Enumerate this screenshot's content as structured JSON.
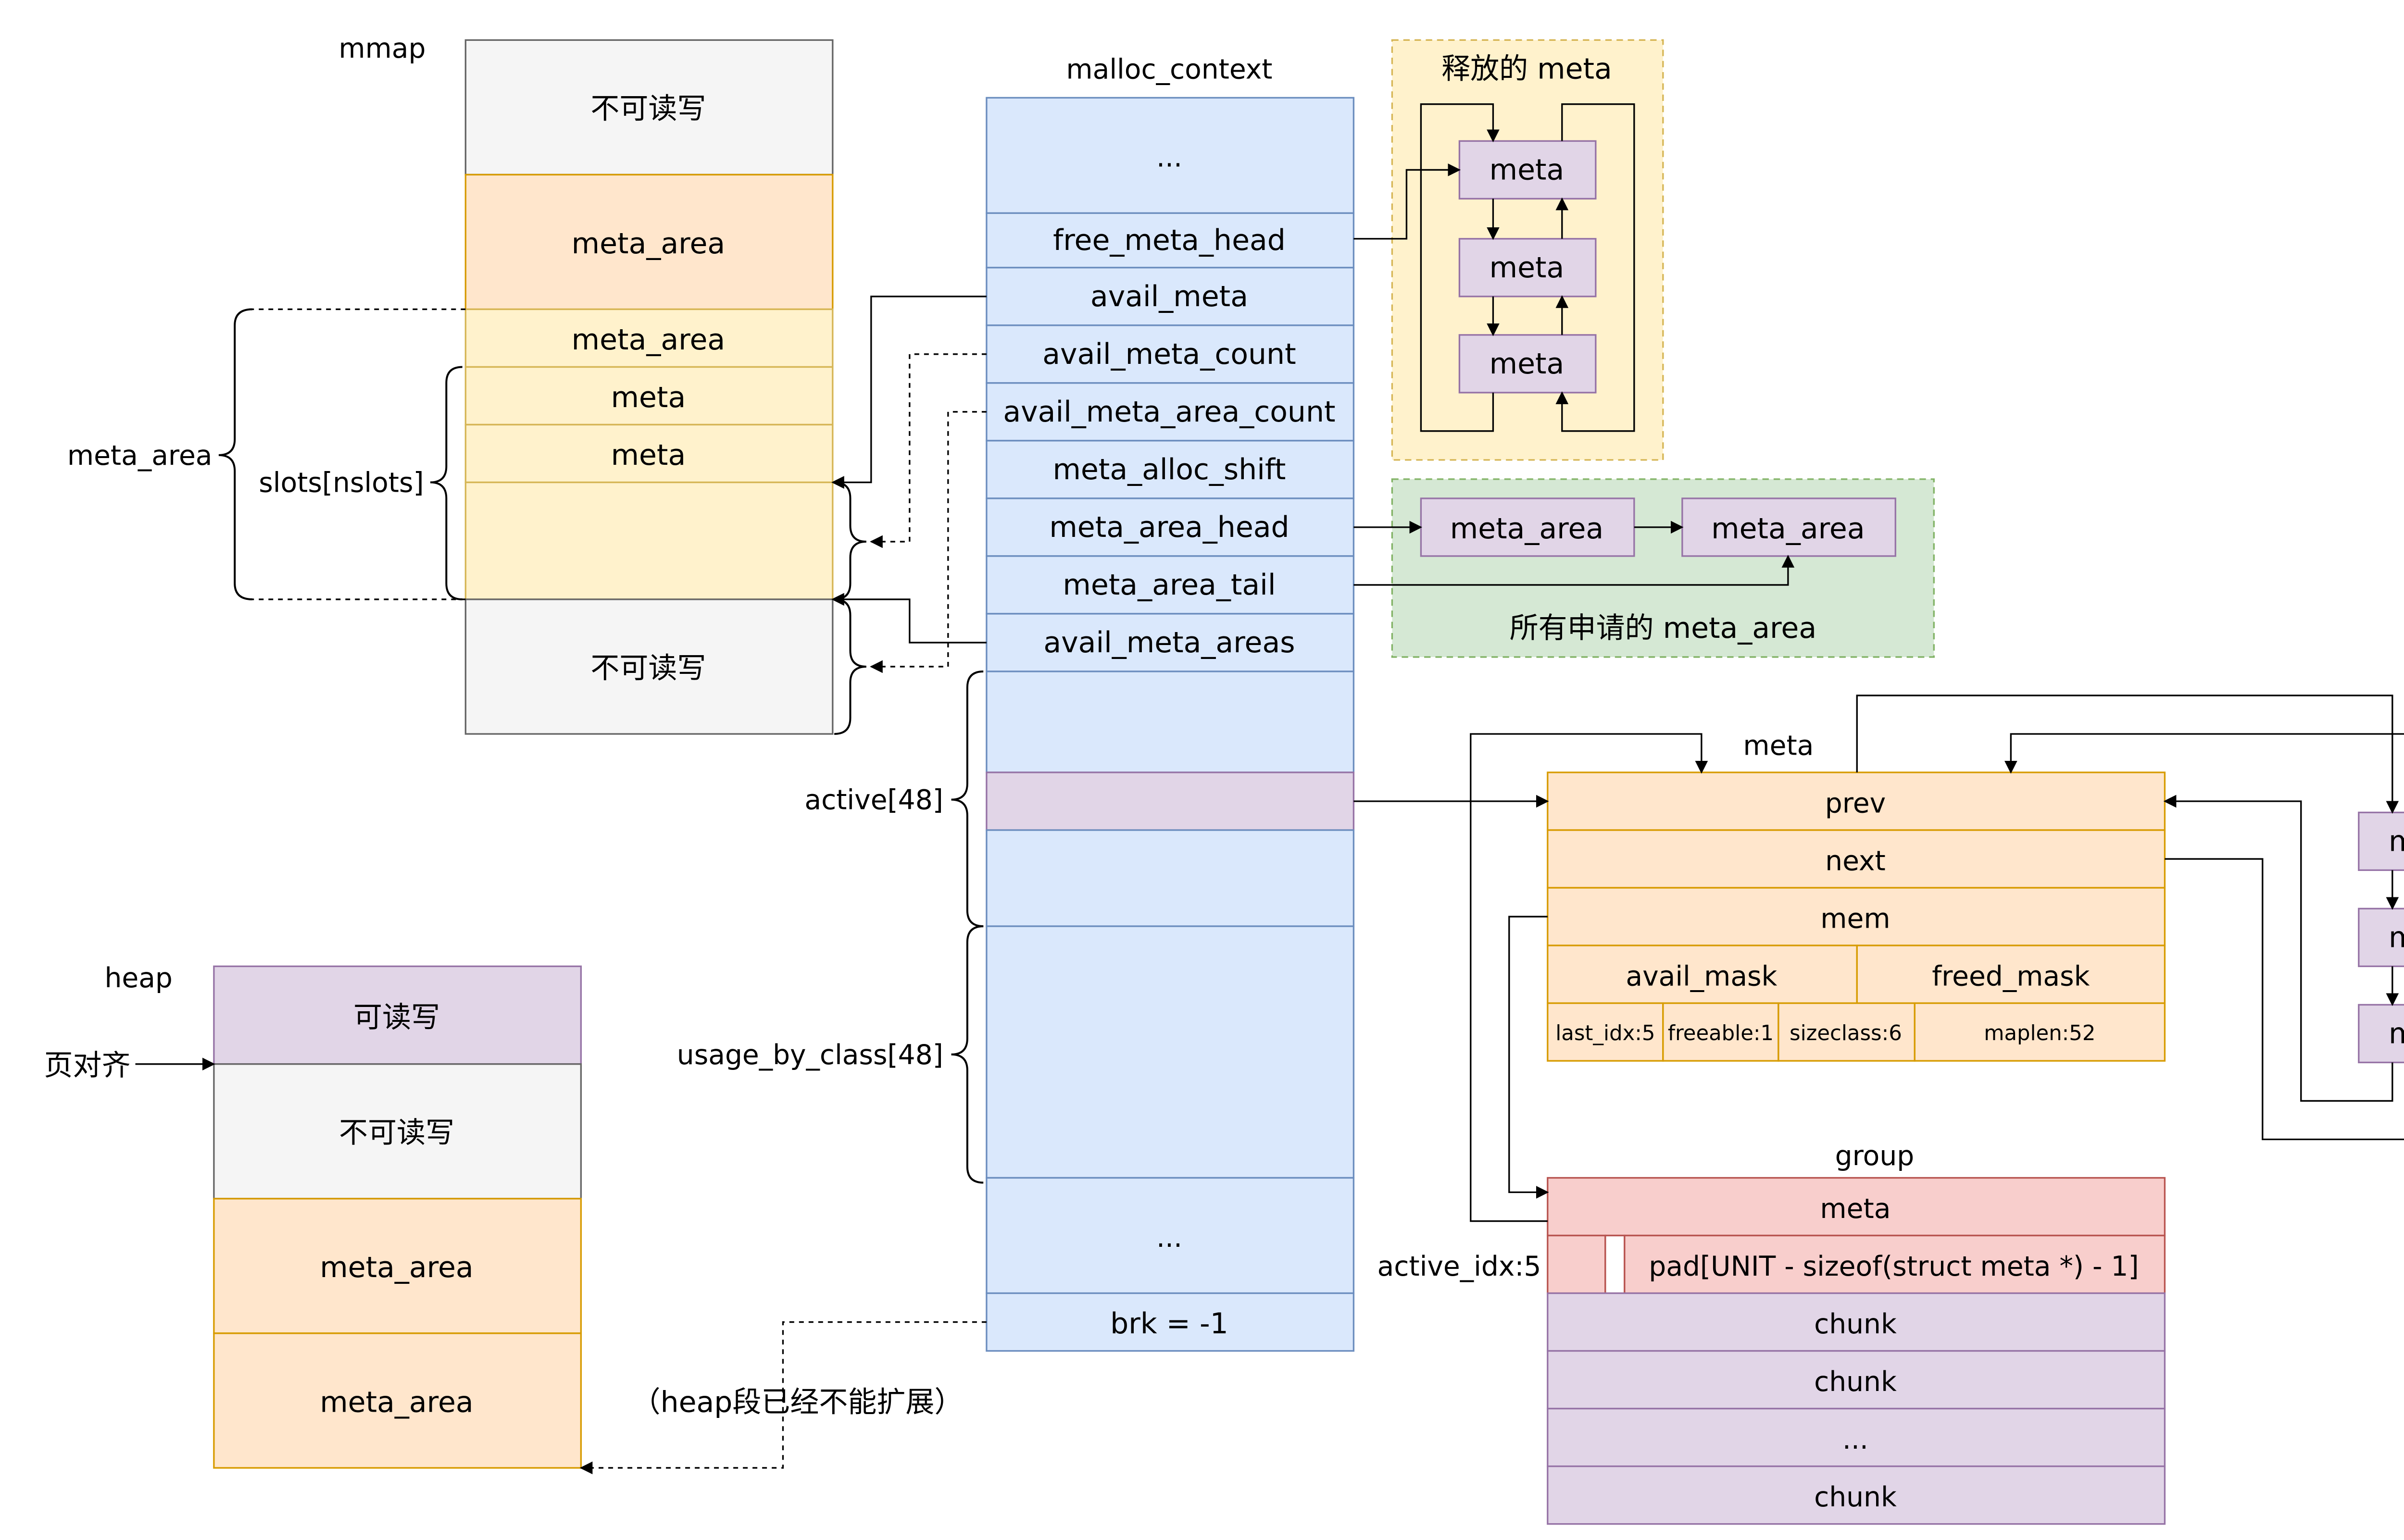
{
  "colors": {
    "gray_fill": "#f5f5f5",
    "gray_stroke": "#666666",
    "orange_fill": "#ffe6cc",
    "orange_stroke": "#d79b00",
    "yellow_fill": "#fff2cc",
    "yellow_stroke": "#d6b656",
    "blue_fill": "#dae8fc",
    "blue_stroke": "#6c8ebf",
    "purple_fill": "#e1d5e7",
    "purple_stroke": "#9673a6",
    "green_fill": "#d5e8d4",
    "green_stroke": "#82b366",
    "red_fill": "#f8cecc",
    "red_stroke": "#b85450",
    "line": "#000000"
  },
  "mmap": {
    "title": "mmap",
    "cells": [
      "不可读写",
      "meta_area",
      "meta_area",
      "meta",
      "meta",
      "",
      "不可读写"
    ]
  },
  "heap": {
    "title": "heap",
    "cells": [
      "可读写",
      "不可读写",
      "meta_area",
      "meta_area"
    ],
    "align_label": "页对齐"
  },
  "labels": {
    "meta_area_brace": "meta_area",
    "slots_brace": "slots[nslots]",
    "active_brace": "active[48]",
    "usage_brace": "usage_by_class[48]",
    "heap_note": "（heap段已经不能扩展）",
    "active_idx": "active_idx:5"
  },
  "malloc_context": {
    "title": "malloc_context",
    "fields": [
      "...",
      "free_meta_head",
      "avail_meta",
      "avail_meta_count",
      "avail_meta_area_count",
      "meta_alloc_shift",
      "meta_area_head",
      "meta_area_tail",
      "avail_meta_areas",
      "",
      "",
      "",
      "",
      "...",
      "brk = -1"
    ]
  },
  "freed_meta": {
    "title": "释放的 meta",
    "items": [
      "meta",
      "meta",
      "meta"
    ]
  },
  "meta_area_list": {
    "caption": "所有申请的 meta_area",
    "items": [
      "meta_area",
      "meta_area"
    ]
  },
  "meta_struct": {
    "title": "meta",
    "rows": [
      "prev",
      "next",
      "mem"
    ],
    "mask_row": [
      "avail_mask",
      "freed_mask"
    ],
    "bits_row": [
      "last_idx:5",
      "freeable:1",
      "sizeclass:6",
      "maplen:52"
    ]
  },
  "meta_chain": {
    "items": [
      "meta",
      "meta",
      "meta"
    ]
  },
  "group": {
    "title": "group",
    "meta_row": "meta",
    "pad_row": "pad[UNIT - sizeof(struct meta *) - 1]",
    "chunks": [
      "chunk",
      "chunk",
      "...",
      "chunk"
    ]
  }
}
